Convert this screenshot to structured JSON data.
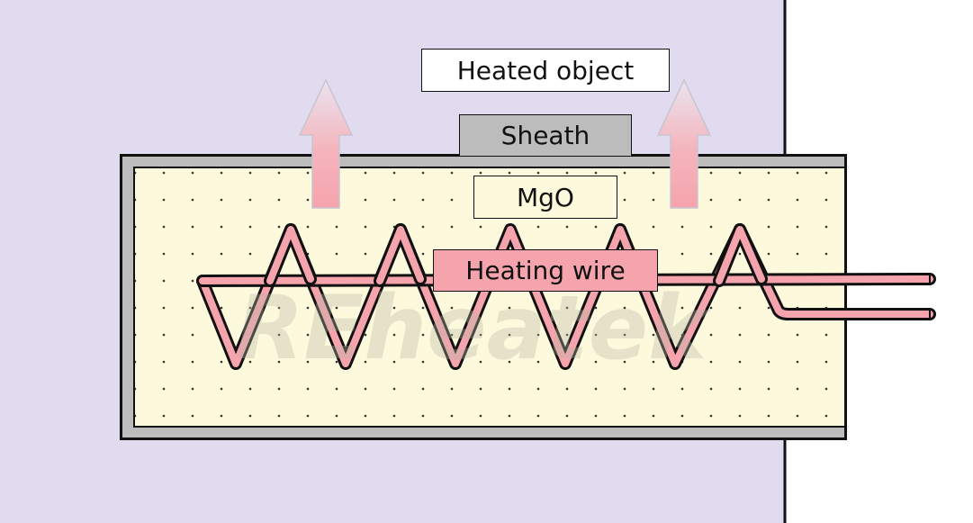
{
  "labels": {
    "heated_object": "Heated object",
    "sheath": "Sheath",
    "mgo": "MgO",
    "heating_wire": "Heating wire"
  },
  "watermark": "REheatek",
  "colors": {
    "heated_object_fill": "#e0dbef",
    "sheath": "#bcbcbc",
    "mgo": "#fdf9dc",
    "heating_wire": "#f5a4ad",
    "heat_arrow": "#f5a4ad",
    "outline": "#111111"
  }
}
